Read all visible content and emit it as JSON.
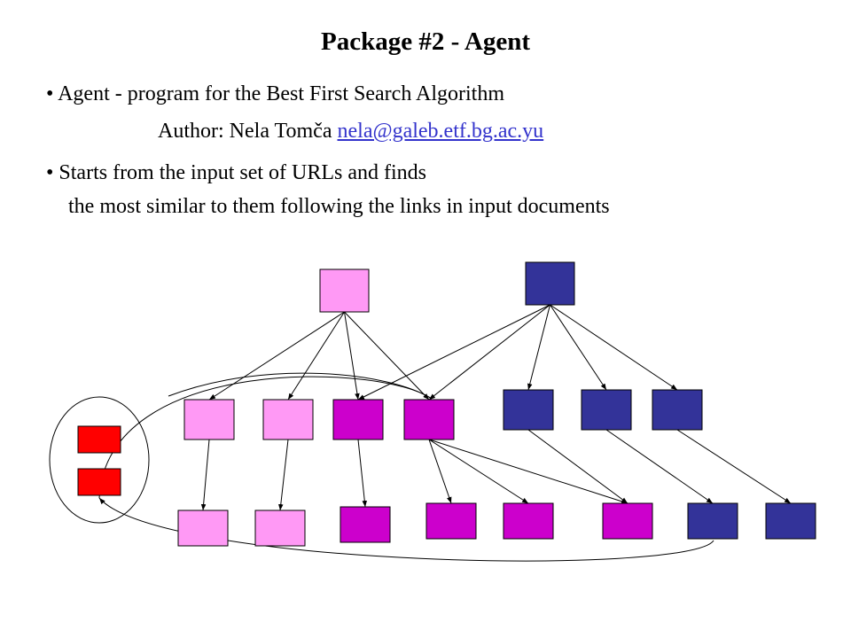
{
  "slide": {
    "title": "Package #2 - Agent",
    "bullet1": "• Agent - program for the Best First Search Algorithm",
    "author_prefix": "Author: Nela Tomča ",
    "author_email": "nela@galeb.etf.bg.ac.yu",
    "bullet2_line1": "• Starts from the input set of URLs and finds",
    "bullet2_line2": "the most similar to them following the links in input documents"
  },
  "colors": {
    "light_pink": "#ff99f5",
    "magenta": "#cc00cc",
    "navy": "#333399",
    "red": "#ff0000",
    "link": "#3333cc"
  },
  "diagram": {
    "nodes": [
      {
        "id": "root-pink",
        "color": "light_pink"
      },
      {
        "id": "root-navy",
        "color": "navy"
      },
      {
        "id": "m1",
        "color": "light_pink"
      },
      {
        "id": "m2",
        "color": "light_pink"
      },
      {
        "id": "m3",
        "color": "magenta"
      },
      {
        "id": "m4",
        "color": "magenta"
      },
      {
        "id": "m5",
        "color": "navy"
      },
      {
        "id": "m6",
        "color": "navy"
      },
      {
        "id": "m7",
        "color": "navy"
      },
      {
        "id": "b1",
        "color": "light_pink"
      },
      {
        "id": "b2",
        "color": "light_pink"
      },
      {
        "id": "b3",
        "color": "magenta"
      },
      {
        "id": "b4",
        "color": "magenta"
      },
      {
        "id": "b5",
        "color": "magenta"
      },
      {
        "id": "b6",
        "color": "magenta"
      },
      {
        "id": "b7",
        "color": "navy"
      },
      {
        "id": "b8",
        "color": "navy"
      },
      {
        "id": "r1",
        "color": "red"
      },
      {
        "id": "r2",
        "color": "red"
      }
    ],
    "edges": [
      [
        "root-pink",
        "m1"
      ],
      [
        "root-pink",
        "m2"
      ],
      [
        "root-pink",
        "m3"
      ],
      [
        "root-pink",
        "m4"
      ],
      [
        "root-navy",
        "m3"
      ],
      [
        "root-navy",
        "m4"
      ],
      [
        "root-navy",
        "m5"
      ],
      [
        "root-navy",
        "m6"
      ],
      [
        "root-navy",
        "m7"
      ],
      [
        "m1",
        "b1"
      ],
      [
        "m2",
        "b2"
      ],
      [
        "m3",
        "b3"
      ],
      [
        "m4",
        "b4"
      ],
      [
        "m4",
        "b5"
      ],
      [
        "m4",
        "b6"
      ],
      [
        "m5",
        "b6"
      ],
      [
        "m6",
        "b7"
      ],
      [
        "m7",
        "b8"
      ]
    ]
  }
}
